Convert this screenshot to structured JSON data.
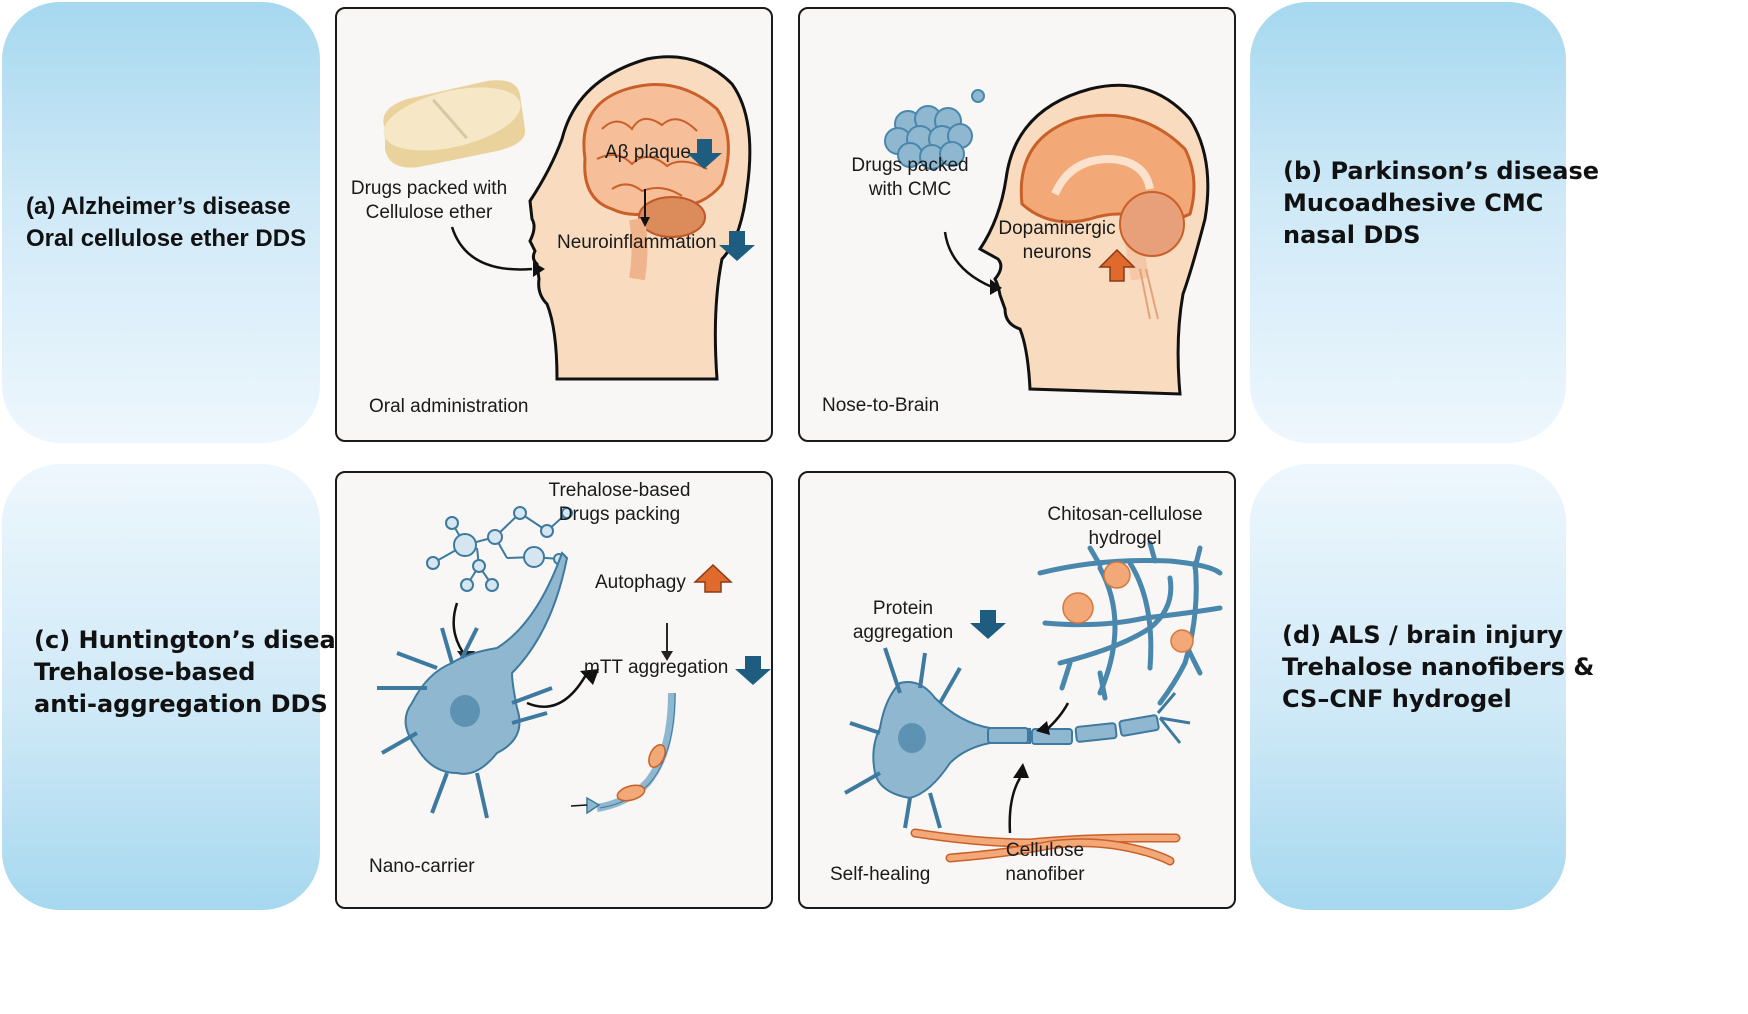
{
  "panels": {
    "a": {
      "side_title": [
        "(a) Alzheimer’s disease",
        "Oral cellulose ether DDS"
      ],
      "drug_label": [
        "Drugs packed with",
        "Cellulose ether"
      ],
      "effect_1": "Aβ plaque",
      "effect_1_direction": "down-arrow",
      "effect_2": "Neuroinflammation",
      "effect_2_direction": "down-arrow",
      "route": "Oral administration"
    },
    "b": {
      "side_title": [
        "(b) Parkinson’s disease",
        "Mucoadhesive CMC",
        "nasal DDS"
      ],
      "drug_label": [
        "Drugs packed",
        "with CMC"
      ],
      "effect_1": [
        "Dopaminergic",
        "neurons"
      ],
      "effect_1_direction": "up-arrow",
      "route": "Nose-to-Brain"
    },
    "c": {
      "side_title": [
        "(c) Huntington’s disease",
        "Trehalose-based",
        "anti-aggregation DDS"
      ],
      "drug_label": [
        "Trehalose-based",
        "Drugs packing"
      ],
      "effect_1": "Autophagy",
      "effect_1_direction": "up-arrow",
      "effect_2": "mTT aggregation",
      "effect_2_direction": "down-arrow",
      "route": "Nano-carrier"
    },
    "d": {
      "side_title": [
        "(d) ALS / brain injury",
        "Trehalose nanofibers &",
        "CS–CNF hydrogel"
      ],
      "hydrogel_label": [
        "Chitosan-cellulose",
        "hydrogel"
      ],
      "effect_1": [
        "Protein",
        "aggregation"
      ],
      "effect_1_direction": "down-arrow",
      "fiber_label": [
        "Cellulose",
        "nanofiber"
      ],
      "route": "Self-healing"
    }
  },
  "colors": {
    "down_arrow": "#1f5d80",
    "up_arrow": "#e06a2c",
    "skin": "#f9dcc0",
    "brain": "#f2a877",
    "brain_line": "#c9602a",
    "neuron": "#8fb8d0",
    "neuron_line": "#3e7aa0",
    "pill": "#f3e3b8"
  }
}
